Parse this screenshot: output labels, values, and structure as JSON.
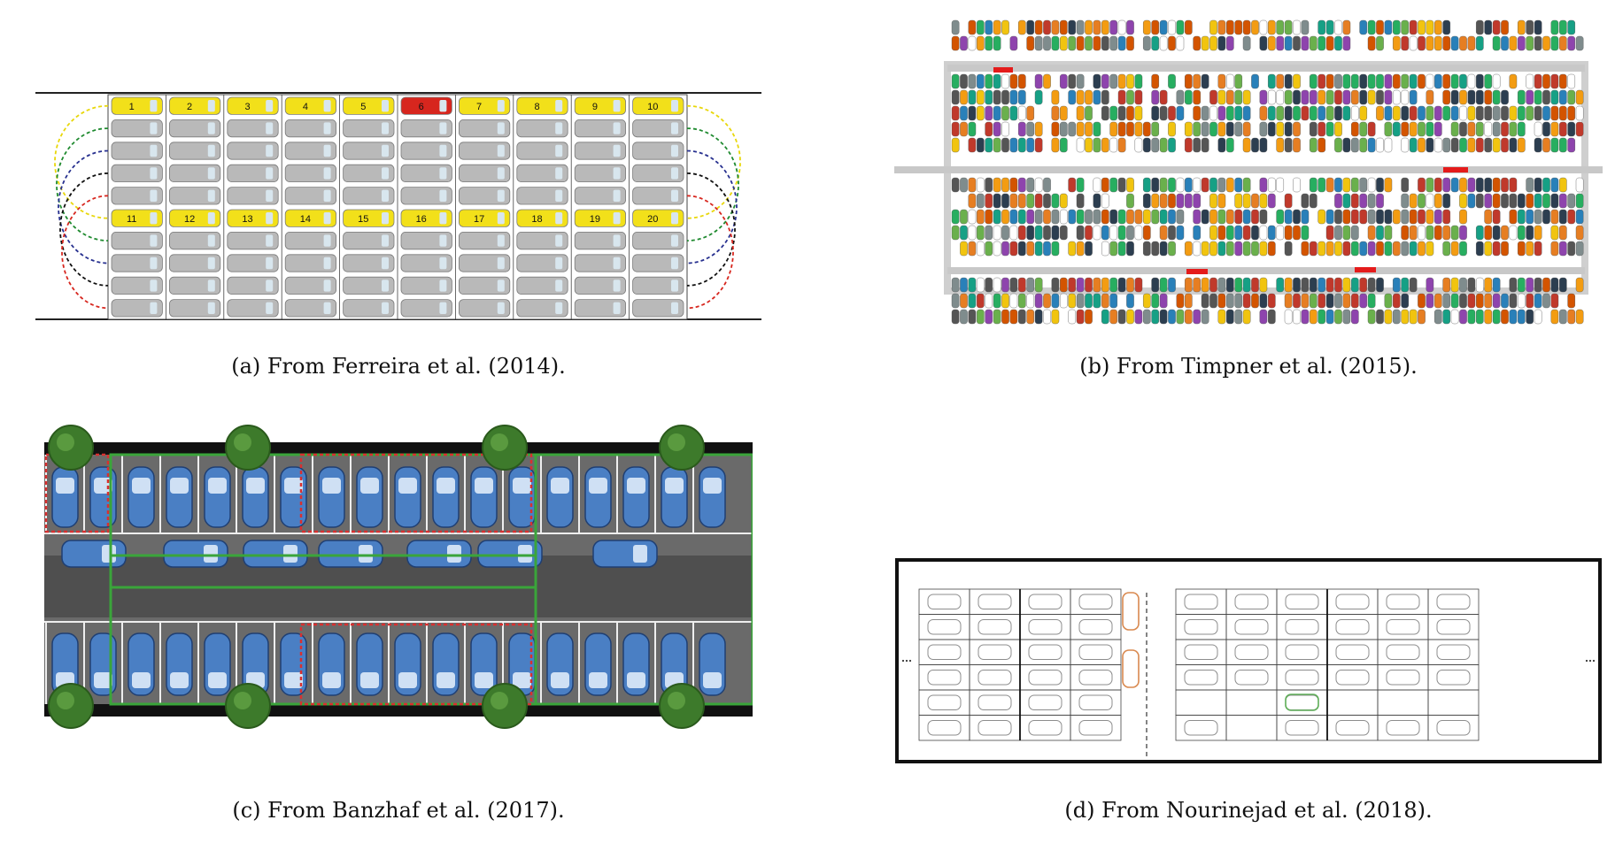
{
  "panels": [
    {
      "id": "a",
      "caption": "(a) From Ferreira et al. (2014).",
      "slot_labels_top": [
        "1",
        "2",
        "3",
        "4",
        "5",
        "6",
        "7",
        "8",
        "9",
        "10"
      ],
      "slot_labels_bottom": [
        "11",
        "12",
        "13",
        "14",
        "15",
        "16",
        "17",
        "18",
        "19",
        "20"
      ],
      "colors": {
        "yellow": "#f2e01a",
        "gray": "#b9b9b9",
        "red": "#d7261e"
      },
      "loop_colors": [
        "#e8d70a",
        "#1f8a2f",
        "#27308f",
        "#111111",
        "#d7261e"
      ]
    },
    {
      "id": "b",
      "caption": "(b) From Timpner et al. (2015)."
    },
    {
      "id": "c",
      "caption": "(c) From Banzhaf et al. (2017).",
      "colors": {
        "road": "#5a5a5a",
        "car": "#4a7fc4",
        "tree": "#3d7a2b",
        "frame_green": "#3aa53a",
        "frame_red": "#d83030"
      }
    },
    {
      "id": "d",
      "caption": "(d) From Nourinejad et al. (2018).",
      "colors": {
        "car_orange": "#d9894f",
        "car_green": "#5fae58",
        "car_gray": "#8d8d8d"
      }
    }
  ]
}
